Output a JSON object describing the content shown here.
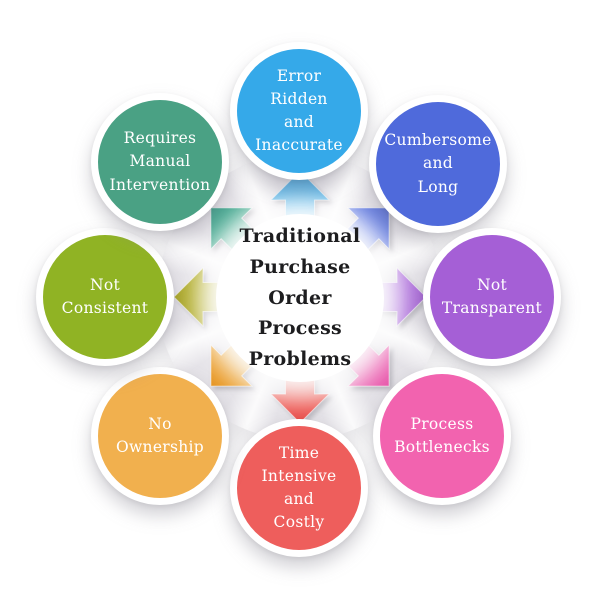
{
  "page": {
    "background_color": "#ffffff",
    "hub_disc_color": "#e6e4e9"
  },
  "center": {
    "title": "Traditional\nPurchase Order\nProcess\nProblems",
    "text_color": "#1d1d1f"
  },
  "bubbles": {
    "top": {
      "label": "Error\nRidden\nand\nInaccurate",
      "color": "#35a9e9"
    },
    "top_right": {
      "label": "Cumbersome\nand\nLong",
      "color": "#4f6adb"
    },
    "right": {
      "label": "Not\nTransparent",
      "color": "#a55fd6"
    },
    "bottom_right": {
      "label": "Process\nBottlenecks",
      "color": "#f263af"
    },
    "bottom": {
      "label": "Time\nIntensive\nand\nCostly",
      "color": "#ee5e5c"
    },
    "bottom_left": {
      "label": "No\nOwnership",
      "color": "#f1b04e"
    },
    "left": {
      "label": "Not\nConsistent",
      "color": "#90b324"
    },
    "top_left": {
      "label": "Requires\nManual\nIntervention",
      "color": "#4aa184"
    }
  },
  "arrows": {
    "up": {
      "tail": "#c3e9f9",
      "head": "#2d9fe0"
    },
    "up_right": {
      "tail": "#ccd6f8",
      "head": "#4d68dc"
    },
    "right": {
      "tail": "#eadef8",
      "head": "#a55fd6"
    },
    "down_right": {
      "tail": "#f8cce6",
      "head": "#e957ab"
    },
    "down": {
      "tail": "#f9c9c0",
      "head": "#ea4743"
    },
    "down_left": {
      "tail": "#f8dfa8",
      "head": "#e8951f"
    },
    "left": {
      "tail": "#eee9b8",
      "head": "#a9a51c"
    },
    "up_left": {
      "tail": "#c2e4d6",
      "head": "#2f9f85"
    }
  }
}
